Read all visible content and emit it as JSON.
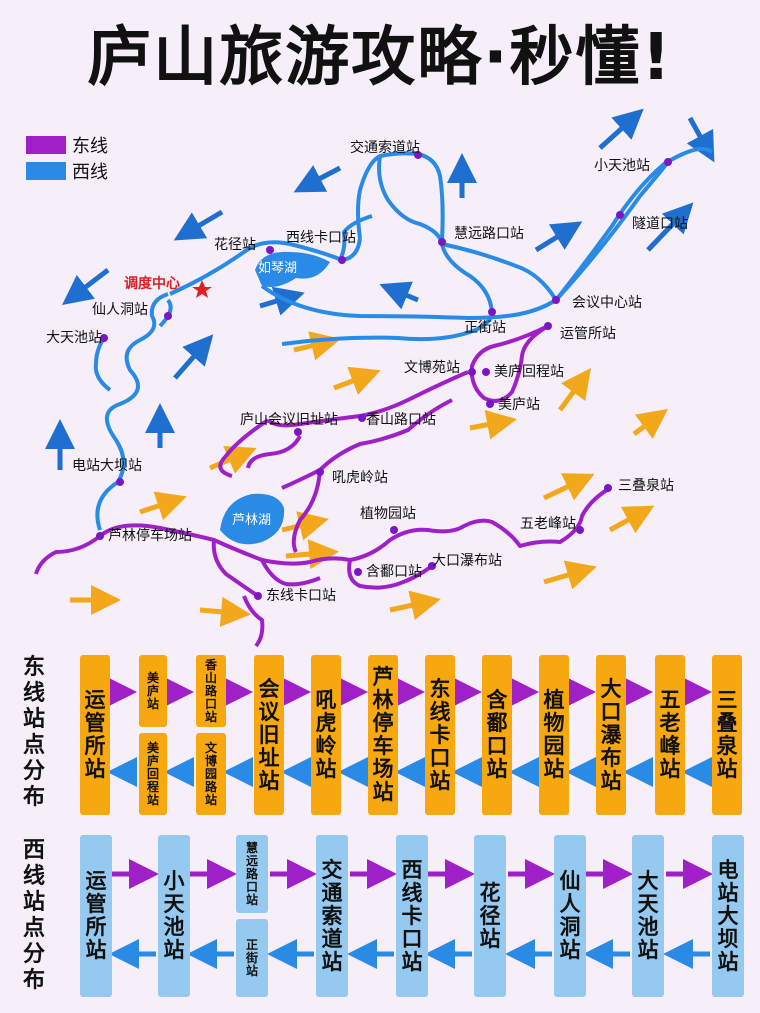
{
  "title": "庐山旅游攻略·秒懂!",
  "legend": [
    {
      "label": "东线",
      "color": "#a020c8"
    },
    {
      "label": "西线",
      "color": "#2a8be6"
    }
  ],
  "colors": {
    "east_route": "#a020c8",
    "west_route": "#2a8be6",
    "east_box": "#f7a80f",
    "west_box": "#96c9ef",
    "star": "#e02020",
    "lake": "#2a8be6"
  },
  "map": {
    "dispatch_center": "调度中心",
    "lakes": [
      "如琴湖",
      "芦林湖"
    ],
    "stations": {
      "jiaotong": "交通索道站",
      "xiaotianchi": "小天池站",
      "suidaokou": "隧道口站",
      "huajing": "花径站",
      "xixiankakou": "西线卡口站",
      "huiyuanlu": "慧远路口站",
      "xianrendong": "仙人洞站",
      "datianchi": "大天池站",
      "huiyizhongxin": "会议中心站",
      "zhengjie": "正街站",
      "yunguansuo": "运管所站",
      "wenboyuan": "文博苑站",
      "meiluhuicheng": "美庐回程站",
      "meilu": "美庐站",
      "lushanhuiyi": "庐山会议旧址站",
      "xiangshanlu": "香山路口站",
      "houhuling": "吼虎岭站",
      "dianzhandaba": "电站大坝站",
      "sandiequan": "三叠泉站",
      "zhiwuyuan": "植物园站",
      "wulaofeng": "五老峰站",
      "lulintingche": "芦林停车场站",
      "dakoupubu": "大口瀑布站",
      "hanpokou": "含鄱口站",
      "dongxiankakou": "东线卡口站"
    }
  },
  "east_section": {
    "label": "东线站点分布",
    "stations": [
      "运管所站",
      "美庐站",
      "香山路口站",
      "会议旧址站",
      "吼虎岭站",
      "芦林停车场站",
      "东线卡口站",
      "含鄱口站",
      "植物园站",
      "大口瀑布站",
      "五老峰站",
      "三叠泉站"
    ],
    "return_extra": [
      "美庐回程站",
      "文博园路站"
    ]
  },
  "west_section": {
    "label": "西线站点分布",
    "stations": [
      "运管所站",
      "小天池站",
      "慧远路口站",
      "交通索道站",
      "西线卡口站",
      "花径站",
      "仙人洞站",
      "大天池站",
      "电站大坝站"
    ],
    "return_extra": [
      "正街站"
    ]
  }
}
